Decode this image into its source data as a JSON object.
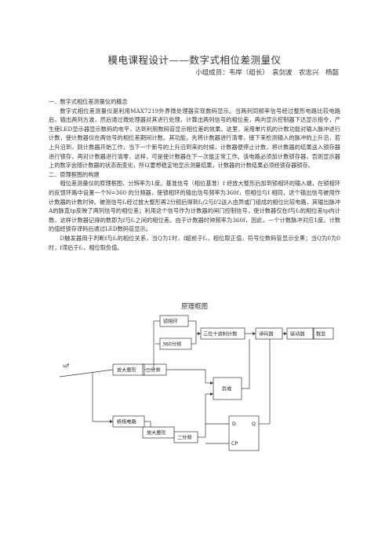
{
  "title": "模电课程设计——数字式相位差测量仪",
  "members": "小组成员：韦岸（组长）　袁剑波　农志兴　杨懿",
  "section1": {
    "heading": "一．数字式相位差测量仪的概念",
    "para": "数字式相位差测量仪是利用MAX7219外界微处理器实现数码显示。当两列同频率信号经过整形电路比较电路后，输出两列方波，然后通过微处理器对其进行处理，计算出两列信号的相位差，再向显示控制器下达显示指令，产生使LED显示器显示数码的电平，达到利用数码管显示相位差的效果。这里，采用单片机的计数功能对输入脉冲进行计数，使计数器仪在两信号的相位差期间计数。其功能，先将计数器进行清零，接下来检测输入的脉冲的上升沿，若上升沿到，则计数器开始工作，当下一个新号的上升沿到来的时候，计数器便停止计数，将计数器的结果送入锁存器进行锁存，再对计数器进行清零，这样，可是使计数器在下一次能正常工作。该电路必须加计数锁存器，否则显示器上的数字会随计数器的状态而变化，所以要想稳定地显示测量结果，计数器的计数结果必须经锁存器锁存。"
  },
  "section2": {
    "heading": "二．原理框图的构建",
    "para1": "相位差测量仪的原理框图，分辨率为1度。基准信号（相位基准）f 经放大整形后加到锁相环的输入端，在锁相环的反馈环路中设置一个N=360 的分频器，使锁相环的输出信号频率为360f，但相位与f 相同，这个输出信号被用作计数器的计数时钟。被测信号f₂经过放大整形再2分频后得到f₂/2与f/2送入由异或门组成的相位比较电路，其输出脉冲A的脉宽tp反映了两列信号的相位差；利用这个信号作为计数器的闸门控制信号，使计数器仅在f与f₂的相位差tp内计数，这样计数器记得的数即为f与f₂之间的相位差。由于计数器时钟频率为360f，因此，一个计数脉冲对应1度。计数的值经锁存译码后通过LED数码管显示。",
    "para2": "D触发器用于判断f与f₂的相位关系，当Q为1时，f超前于f₂，相位取正值，符号位数码管显示全黑；当Q为0为0时，f滞后于f₂，相位取负值。"
  },
  "diagram": {
    "title": "原理框图",
    "input_label": "u/f",
    "blocks": {
      "pll": "锁相环",
      "div360": "360分频",
      "counter": "三位十进制计数",
      "decoder": "译码器",
      "driver": "驱动器",
      "display": "数显",
      "amp1": "放大整形",
      "div2_a": "二分频",
      "xor": "异或",
      "shifter": "移相电路",
      "amp2": "放大整形",
      "div2_b": "二分频",
      "dff_d": "D",
      "dff_q": "Q",
      "dff_cp": "CP"
    }
  }
}
